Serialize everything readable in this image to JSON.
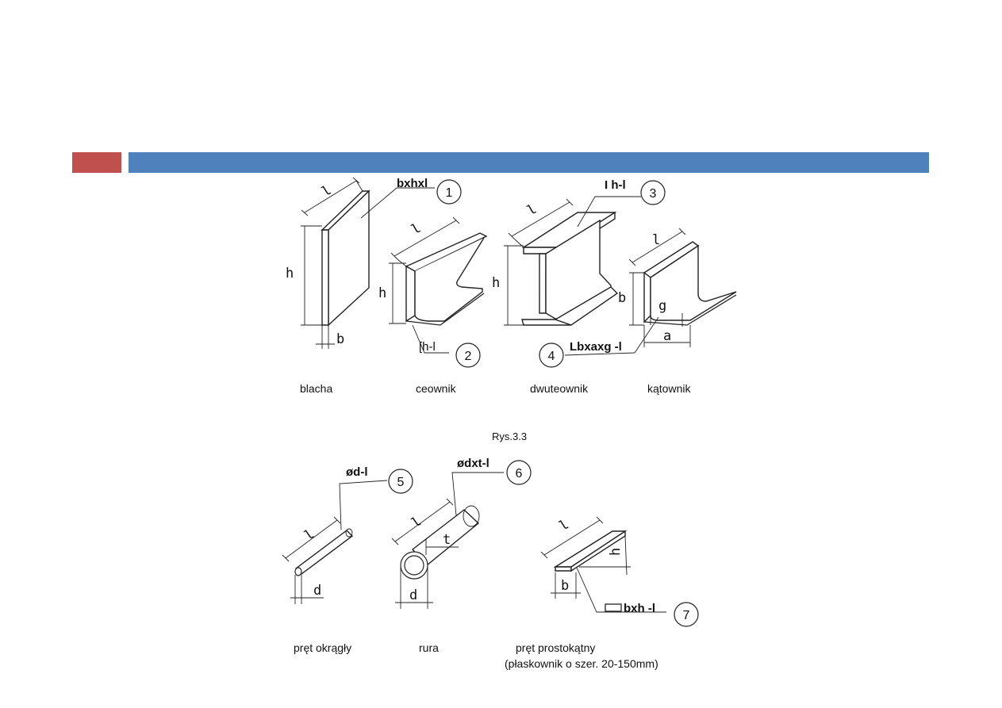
{
  "slide": {
    "accent_left": "#C0504D",
    "accent_main": "#4F81BD"
  },
  "figure_top": {
    "caption": "Rys.3.3",
    "labels": [
      "blacha",
      "ceownik",
      "dwuteownik",
      "kątownik"
    ],
    "callouts": [
      {
        "num": "1",
        "code": "bxhxl"
      },
      {
        "num": "2",
        "code": "[h-l"
      },
      {
        "num": "3",
        "code": "I h-l"
      },
      {
        "num": "4",
        "code": "Lbxaxg -l"
      }
    ],
    "dims": {
      "l": "l",
      "h": "h",
      "b": "b",
      "g": "g",
      "a": "a"
    }
  },
  "figure_bottom": {
    "labels": [
      "pręt okrągły",
      "rura",
      "pręt prostokątny",
      "(płaskownik o szer. 20-150mm)"
    ],
    "callouts": [
      {
        "num": "5",
        "code": "ød-l"
      },
      {
        "num": "6",
        "code": "ødxt-l"
      },
      {
        "num": "7",
        "code": "bxh -l"
      }
    ],
    "dims": {
      "l": "l",
      "d": "d",
      "t": "t",
      "h": "h",
      "b": "b"
    }
  }
}
